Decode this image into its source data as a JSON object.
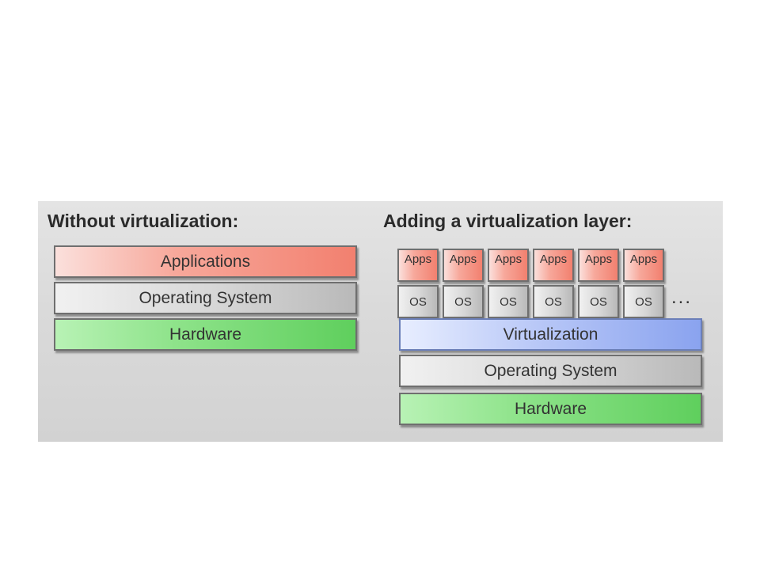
{
  "left_stack": {
    "heading": "Without virtualization:",
    "layers": [
      "Applications",
      "Operating System",
      "Hardware"
    ]
  },
  "right_stack": {
    "heading": "Adding a virtualization layer:",
    "apps": [
      "Apps",
      "Apps",
      "Apps",
      "Apps",
      "Apps",
      "Apps"
    ],
    "os": [
      "OS",
      "OS",
      "OS",
      "OS",
      "OS",
      "OS"
    ],
    "more": "...",
    "layers": [
      "Virtualization",
      "Operating System",
      "Hardware"
    ]
  },
  "colors": {
    "applications": "#f2806f",
    "operating_system": "#c8c8c8",
    "hardware": "#6fd86c",
    "virtualization": "#9fb4f2"
  }
}
